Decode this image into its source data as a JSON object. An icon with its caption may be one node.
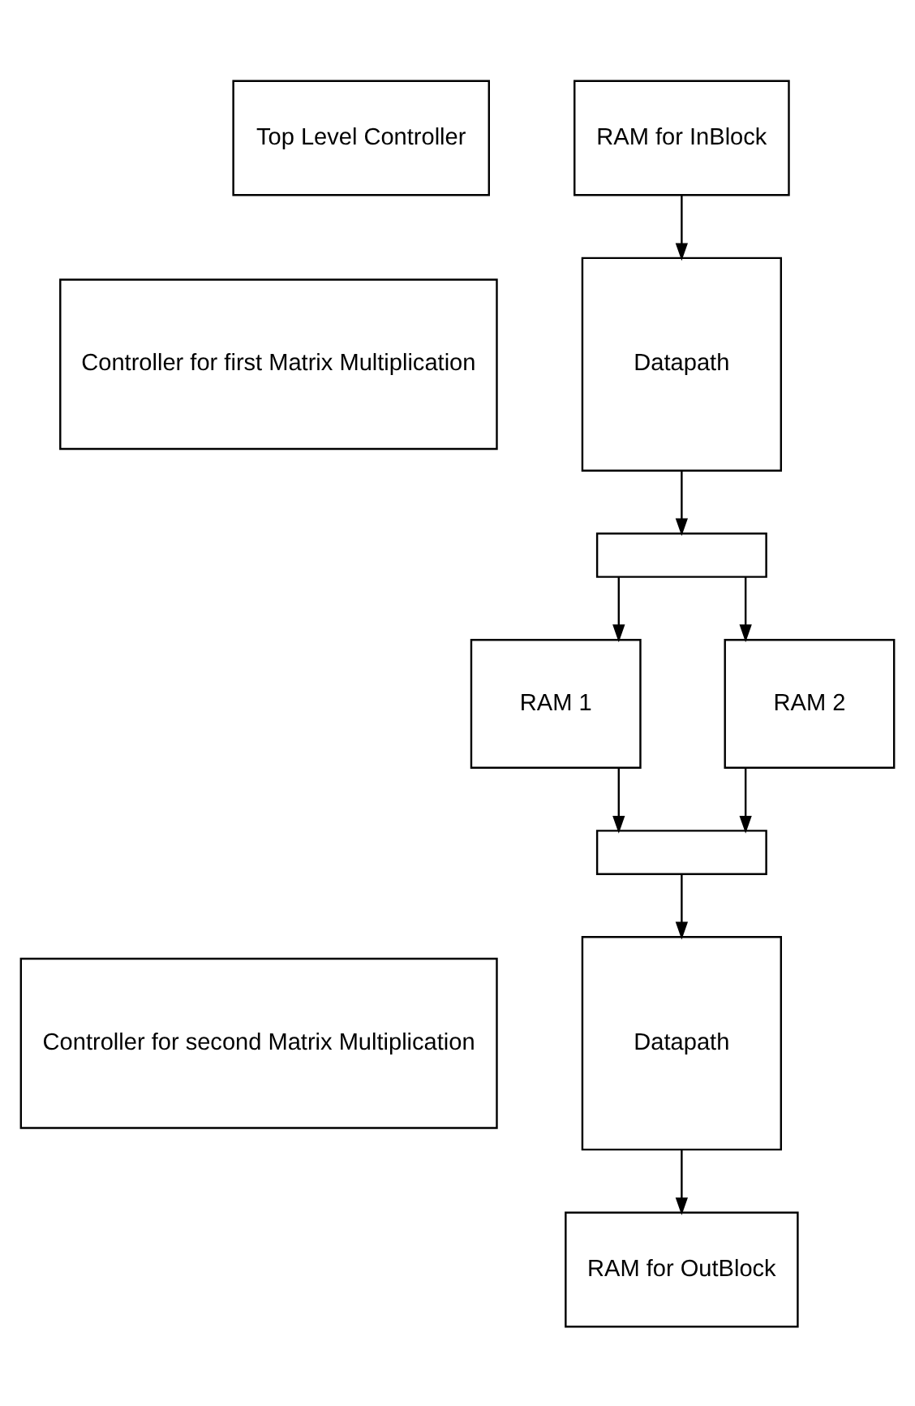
{
  "diagram": {
    "nodes": [
      {
        "text": [
          "Top Level Controller"
        ]
      },
      {
        "text": [
          "RAM for InBlock"
        ]
      },
      {
        "text": [
          "Controller for first Matrix Multiplication"
        ]
      },
      {
        "text": [
          "Datapath"
        ]
      },
      {
        "text": [],
        "shape": "box"
      },
      {
        "text": [
          "RAM 1"
        ]
      },
      {
        "text": [
          "RAM 2"
        ]
      },
      {
        "text": [],
        "shape": "box"
      },
      {
        "text": [
          "Controller for second Matrix Multiplication"
        ]
      },
      {
        "text": [
          "Datapath"
        ]
      },
      {
        "text": [
          "RAM for OutBlock"
        ]
      }
    ],
    "edges": [
      {
        "from": 1,
        "to": 3,
        "arrow": "to"
      },
      {
        "from": 3,
        "to": 4,
        "arrow": "to"
      },
      {
        "from": 4,
        "to": 5,
        "arrow": "to"
      },
      {
        "from": 4,
        "to": 6,
        "arrow": "to"
      },
      {
        "from": 5,
        "to": 7,
        "arrow": "to"
      },
      {
        "from": 6,
        "to": 7,
        "arrow": "to"
      },
      {
        "from": 7,
        "to": 9,
        "arrow": "to"
      },
      {
        "from": 9,
        "to": 10,
        "arrow": "to"
      }
    ]
  }
}
